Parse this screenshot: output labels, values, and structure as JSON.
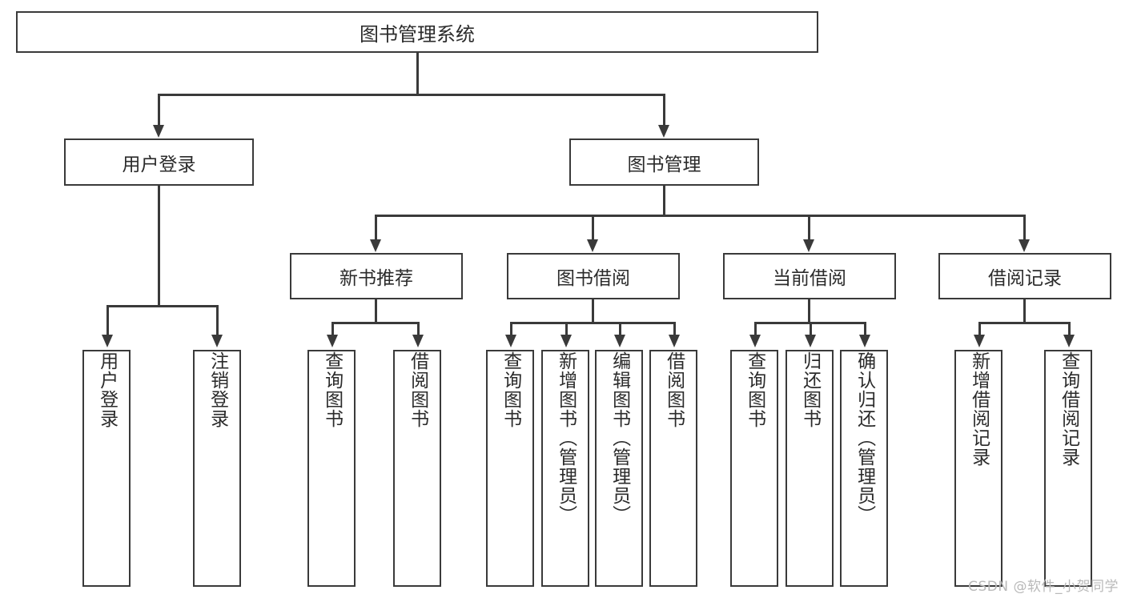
{
  "diagram": {
    "title": "图书管理系统",
    "watermark": "CSDN @软件_小贺同学"
  },
  "chart_data": {
    "type": "tree-diagram",
    "title": "图书管理系统",
    "orientation": "top-down",
    "levels": 4
  },
  "nodes": {
    "root": {
      "label": "图书管理系统"
    },
    "level2": [
      {
        "label": "用户登录"
      },
      {
        "label": "图书管理"
      }
    ],
    "level3": [
      {
        "label": "新书推荐"
      },
      {
        "label": "图书借阅"
      },
      {
        "label": "当前借阅"
      },
      {
        "label": "借阅记录"
      }
    ],
    "leaves": {
      "user_login": [
        {
          "label": "用户登录"
        },
        {
          "label": "注销登录"
        }
      ],
      "new_book": [
        {
          "label": "查询图书"
        },
        {
          "label": "借阅图书"
        }
      ],
      "borrow_book": [
        {
          "label": "查询图书"
        },
        {
          "label": "新增图书（管理员）"
        },
        {
          "label": "编辑图书（管理员）"
        },
        {
          "label": "借阅图书"
        }
      ],
      "current_borrow": [
        {
          "label": "查询图书"
        },
        {
          "label": "归还图书"
        },
        {
          "label": "确认归还（管理员）"
        }
      ],
      "borrow_record": [
        {
          "label": "新增借阅记录"
        },
        {
          "label": "查询借阅记录"
        }
      ]
    }
  },
  "colors": {
    "stroke": "#3a3a3a",
    "text": "#2b2b2b",
    "background": "#ffffff",
    "watermark": "#b9b9b9"
  }
}
